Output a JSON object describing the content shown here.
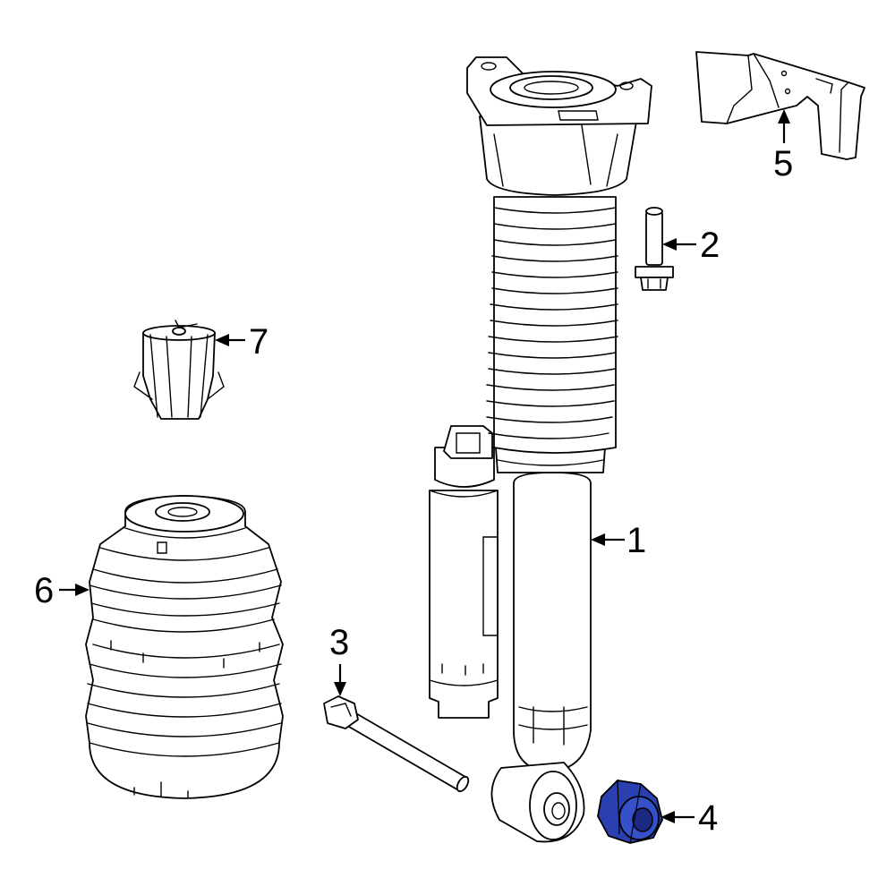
{
  "callouts": {
    "c1": "1",
    "c2": "2",
    "c3": "3",
    "c4": "4",
    "c5": "5",
    "c6": "6",
    "c7": "7"
  },
  "colors": {
    "highlight": "#2a3fb0",
    "highlight_dark": "#1b2a80",
    "line": "#000000",
    "background": "#ffffff"
  }
}
